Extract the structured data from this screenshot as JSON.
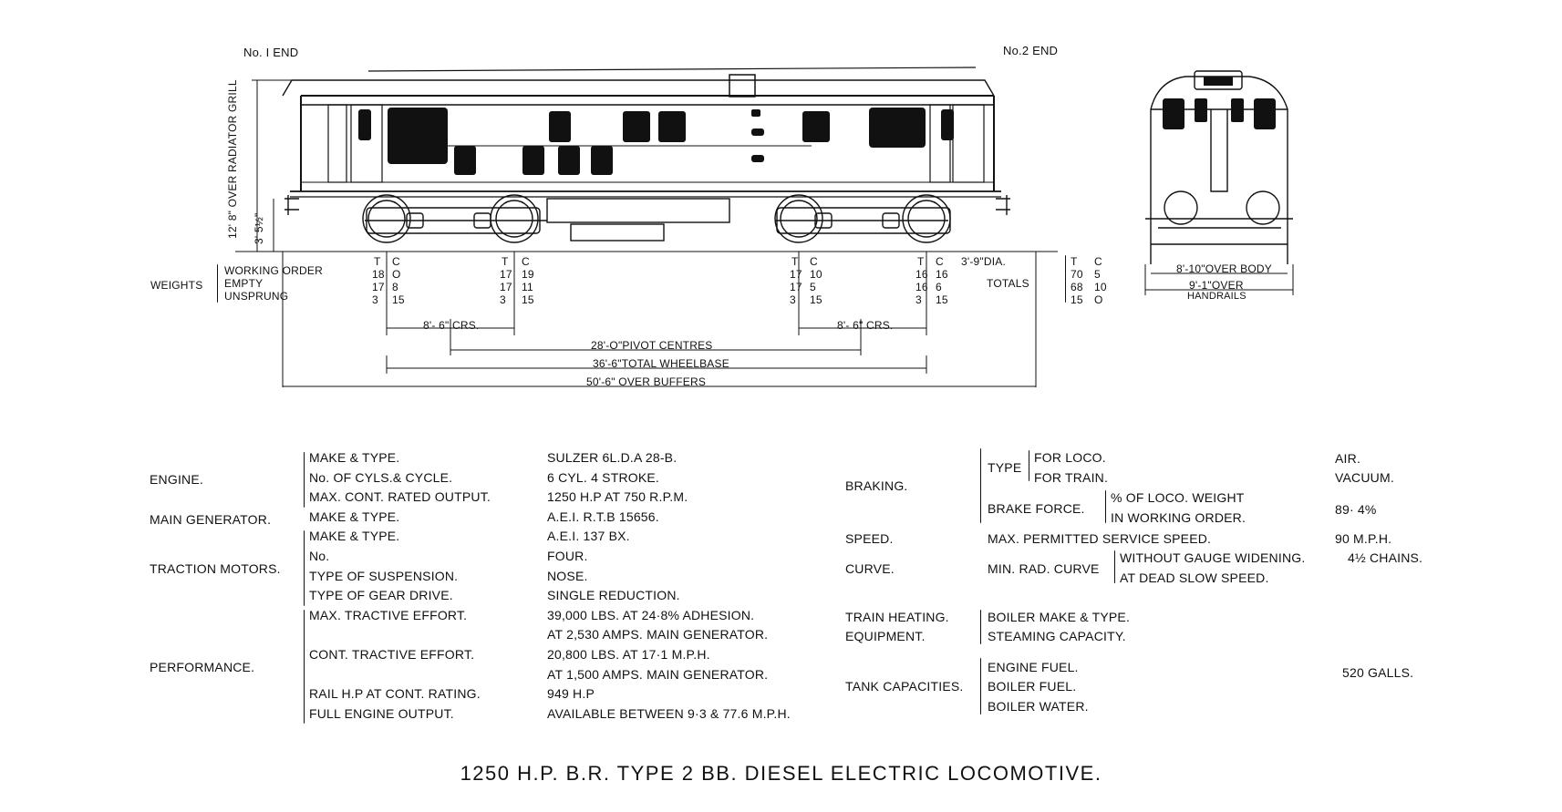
{
  "ends": {
    "no1": "No. I END",
    "no2": "No.2 END"
  },
  "side_dims": {
    "height": "12' 8\" OVER RADIATOR GRILL",
    "buffer": "3' 5½\""
  },
  "weights": {
    "label": "WEIGHTS",
    "rows": [
      "WORKING ORDER",
      "EMPTY",
      "UNSPRUNG"
    ],
    "axles": [
      {
        "t": [
          "18",
          "17",
          "3"
        ],
        "c": [
          "O",
          "8",
          "15"
        ]
      },
      {
        "t": [
          "17",
          "17",
          "3"
        ],
        "c": [
          "19",
          "11",
          "15"
        ]
      },
      {
        "t": [
          "17",
          "17",
          "3"
        ],
        "c": [
          "10",
          "5",
          "15"
        ]
      },
      {
        "t": [
          "16",
          "16",
          "3"
        ],
        "c": [
          "16",
          "6",
          "15"
        ]
      }
    ],
    "tc": {
      "t": "T",
      "c": "C"
    },
    "wheel_dia": "3'-9\"DIA.",
    "totals_label": "TOTALS",
    "totals": {
      "t": [
        "70",
        "68",
        "15"
      ],
      "c": [
        "5",
        "10",
        "O"
      ]
    }
  },
  "dims": {
    "bogie1": "8'- 6\" CRS.",
    "bogie2": "8'- 6\" CRS.",
    "pivot": "28'-O\"PIVOT CENTRES",
    "wheelbase": "36'-6\"TOTAL WHEELBASE",
    "buffers": "50'-6\" OVER BUFFERS",
    "body_width": "8'-10\"OVER BODY",
    "handrail_width": "9'-1\"OVER",
    "handrail_label": "HANDRAILS"
  },
  "specs_left": [
    {
      "group": "ENGINE.",
      "items": [
        {
          "label": "MAKE & TYPE.",
          "value": "SULZER 6L.D.A 28-B."
        },
        {
          "label": "No. OF CYLS.& CYCLE.",
          "value": "6 CYL. 4 STROKE."
        },
        {
          "label": "MAX. CONT. RATED OUTPUT.",
          "value": "1250 H.P AT 750 R.P.M."
        }
      ]
    },
    {
      "group": "MAIN GENERATOR.",
      "items": [
        {
          "label": "MAKE & TYPE.",
          "value": "A.E.I. R.T.B 15656."
        }
      ]
    },
    {
      "group": "TRACTION MOTORS.",
      "items": [
        {
          "label": "MAKE & TYPE.",
          "value": "A.E.I. 137 BX."
        },
        {
          "label": "No.",
          "value": "FOUR."
        },
        {
          "label": "TYPE OF SUSPENSION.",
          "value": "NOSE."
        },
        {
          "label": "TYPE OF GEAR DRIVE.",
          "value": "SINGLE REDUCTION."
        }
      ]
    },
    {
      "group": "PERFORMANCE.",
      "items": [
        {
          "label": "MAX. TRACTIVE EFFORT.",
          "value": "39,000 LBS. AT 24·8% ADHESION."
        },
        {
          "label": "",
          "value": "AT 2,530 AMPS. MAIN GENERATOR."
        },
        {
          "label": "CONT. TRACTIVE EFFORT.",
          "value": "20,800 LBS. AT 17·1 M.P.H."
        },
        {
          "label": "",
          "value": "AT 1,500 AMPS. MAIN GENERATOR."
        },
        {
          "label": "RAIL H.P AT CONT. RATING.",
          "value": "949 H.P"
        },
        {
          "label": "FULL ENGINE OUTPUT.",
          "value": "AVAILABLE BETWEEN 9·3 & 77.6 M.P.H."
        }
      ]
    }
  ],
  "specs_right": {
    "braking": {
      "group": "BRAKING.",
      "type_label": "TYPE",
      "for_loco": "FOR LOCO.",
      "for_train": "FOR TRAIN.",
      "loco_value": "AIR.",
      "train_value": "VACUUM.",
      "force_label": "BRAKE FORCE.",
      "force_l1": "% OF LOCO. WEIGHT",
      "force_l2": "IN WORKING ORDER.",
      "force_value": "89· 4%"
    },
    "speed": {
      "group": "SPEED.",
      "label": "MAX. PERMITTED SERVICE SPEED.",
      "value": "90 M.P.H."
    },
    "curve": {
      "group": "CURVE.",
      "label": "MIN. RAD. CURVE",
      "l1": "WITHOUT GAUGE WIDENING.",
      "l2": "AT DEAD SLOW SPEED.",
      "value": "4½ CHAINS."
    },
    "heating": {
      "group1": "TRAIN HEATING.",
      "group2": "EQUIPMENT.",
      "l1": "BOILER MAKE & TYPE.",
      "l2": "STEAMING CAPACITY."
    },
    "tanks": {
      "group": "TANK CAPACITIES.",
      "l1": "ENGINE FUEL.",
      "l2": "BOILER FUEL.",
      "l3": "BOILER WATER.",
      "value": "520 GALLS."
    }
  },
  "title": "1250 H.P. B.R. TYPE 2 BB. DIESEL ELECTRIC LOCOMOTIVE."
}
